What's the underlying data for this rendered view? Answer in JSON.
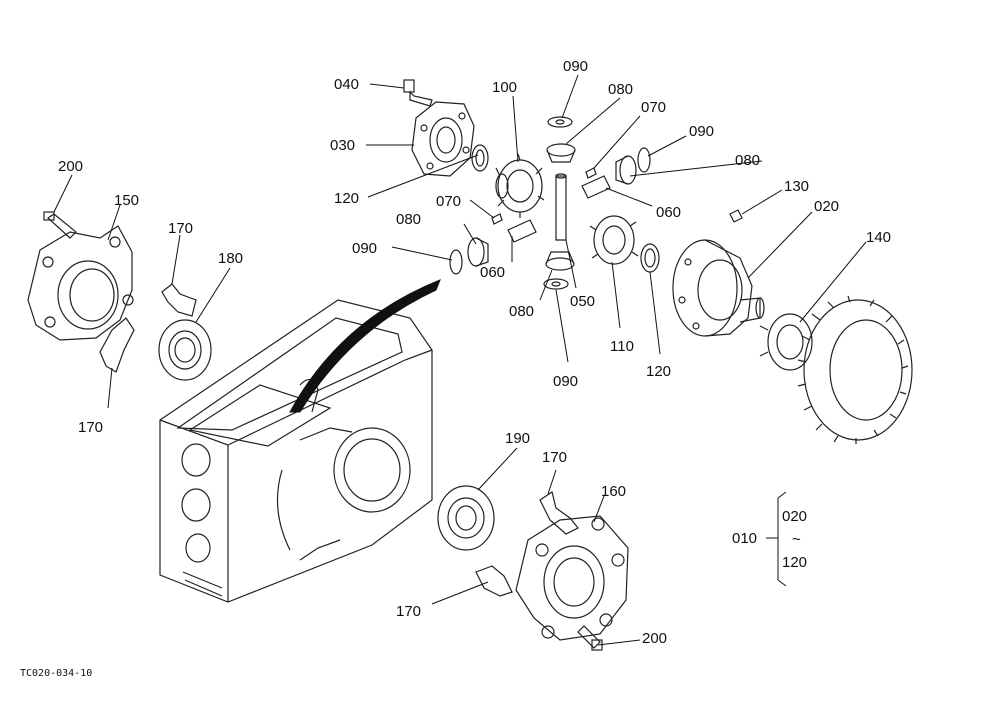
{
  "labels": {
    "p010": "010",
    "p020": "020",
    "p030": "030",
    "p040": "040",
    "p050": "050",
    "p060a": "060",
    "p060b": "060",
    "p070a": "070",
    "p070b": "070",
    "p080a": "080",
    "p080b": "080",
    "p080c": "080",
    "p080d": "080",
    "p090a": "090",
    "p090b": "090",
    "p090c": "090",
    "p090d": "090",
    "p100": "100",
    "p110": "110",
    "p120a": "120",
    "p120b": "120",
    "p130": "130",
    "p140": "140",
    "p150": "150",
    "p160": "160",
    "p170a": "170",
    "p170b": "170",
    "p170c": "170",
    "p170d": "170",
    "p180": "180",
    "p190": "190",
    "p200a": "200",
    "p200b": "200"
  },
  "range_legend": {
    "from": "020",
    "tilde": "~",
    "to": "120"
  },
  "drawing_code": "TC020-034-10"
}
